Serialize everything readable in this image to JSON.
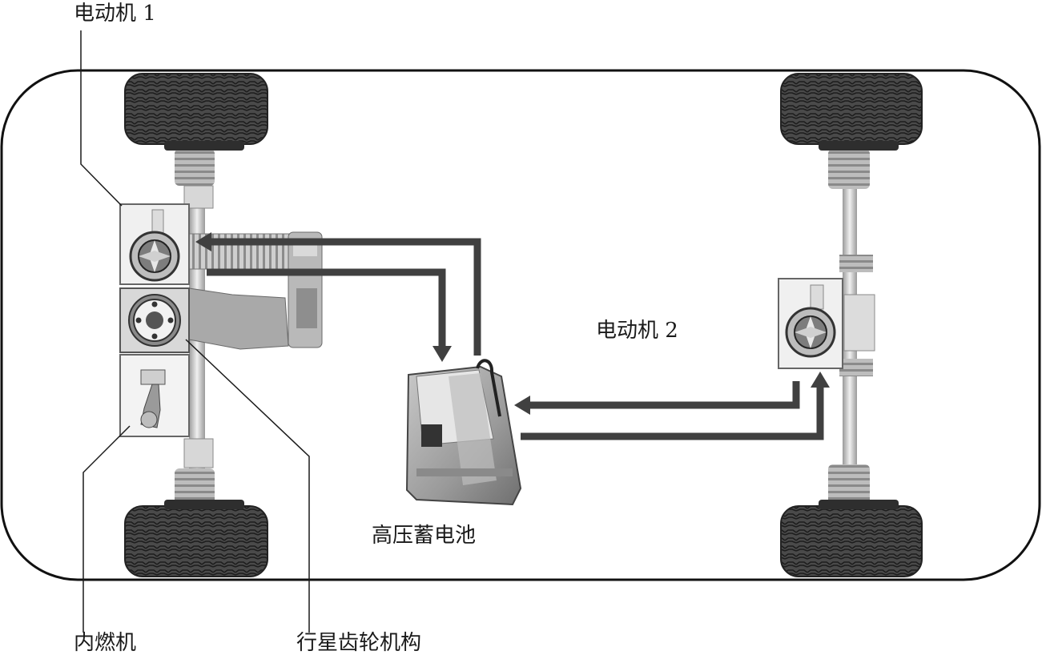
{
  "labels": {
    "motor1": "电动机 1",
    "motor2": "电动机 2",
    "battery": "高压蓄电池",
    "engine": "内燃机",
    "planetary": "行星齿轮机构"
  }
}
